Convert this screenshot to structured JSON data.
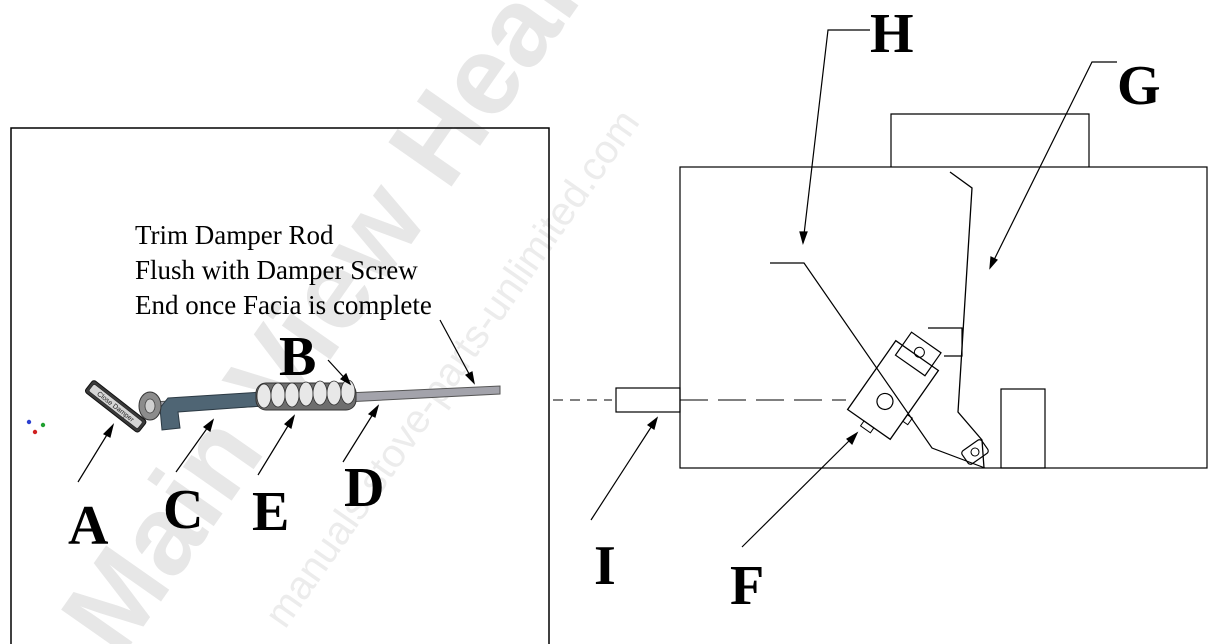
{
  "watermark": {
    "main": "Main View Hearth Products",
    "url": "manuals.stove-parts-unlimited.com"
  },
  "note": {
    "line1": "Trim Damper Rod",
    "line2": "Flush with Damper Screw",
    "line3": "End once Facia is complete"
  },
  "rod_knob_text": "Close Damper",
  "labels": {
    "A": "A",
    "B": "B",
    "C": "C",
    "D": "D",
    "E": "E",
    "F": "F",
    "G": "G",
    "H": "H",
    "I": "I"
  },
  "colors": {
    "rod": "#9a9aa2",
    "sleeve": "#4f6574",
    "spring": "#8c8c8c"
  }
}
